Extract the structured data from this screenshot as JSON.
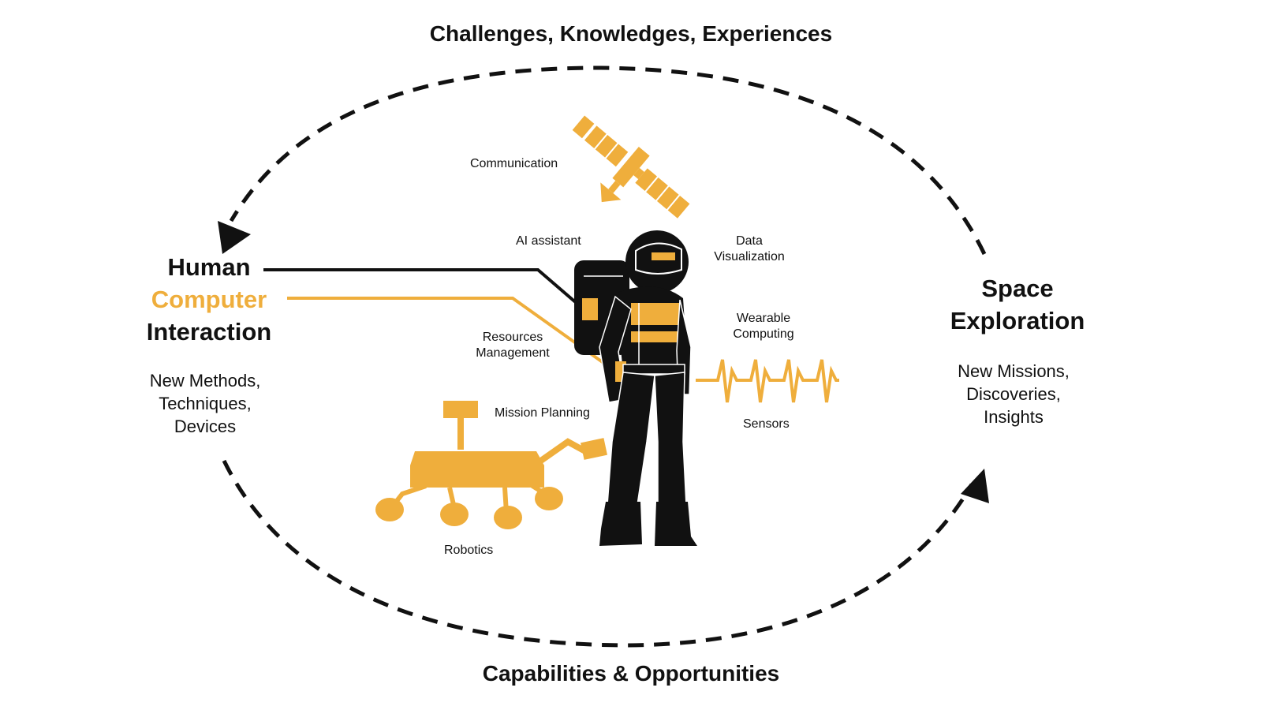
{
  "colors": {
    "accent": "#EFAE3C",
    "ink": "#111111",
    "background": "#FFFFFF"
  },
  "cycle": {
    "top_label": "Challenges, Knowledges, Experiences",
    "bottom_label": "Capabilities & Opportunities"
  },
  "hci": {
    "line1": "Human",
    "line2": "Computer",
    "line3": "Interaction",
    "sub1": "New Methods,",
    "sub2": "Techniques,",
    "sub3": "Devices"
  },
  "space": {
    "line1": "Space",
    "line2": "Exploration",
    "sub1": "New Missions,",
    "sub2": "Discoveries,",
    "sub3": "Insights"
  },
  "labels": {
    "communication": "Communication",
    "ai_assistant": "AI assistant",
    "data_visualization_1": "Data",
    "data_visualization_2": "Visualization",
    "wearable_computing_1": "Wearable",
    "wearable_computing_2": "Computing",
    "resources_management_1": "Resources",
    "resources_management_2": "Management",
    "mission_planning": "Mission Planning",
    "sensors": "Sensors",
    "robotics": "Robotics"
  },
  "icons": [
    "satellite-icon",
    "astronaut-icon",
    "rover-icon",
    "sensor-wave-icon",
    "arrowhead-icon"
  ]
}
